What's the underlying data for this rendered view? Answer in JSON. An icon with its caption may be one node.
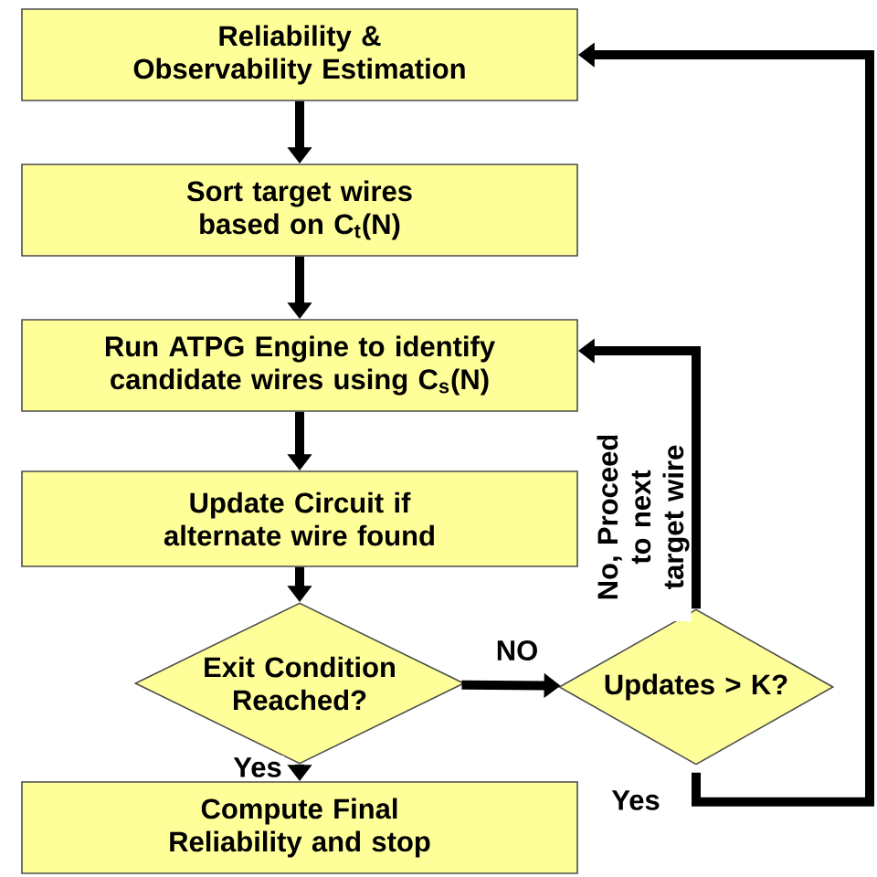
{
  "diagram": {
    "nodes": [
      {
        "text": [
          "Reliability & Observability Estimation"
        ]
      },
      {
        "text": [
          "Sort target wires based on C$_{t}$(N)"
        ]
      },
      {
        "text": [
          "Run ATPG Engine to identify candidate wires using C$_{s}$(N)"
        ]
      },
      {
        "text": [
          "Update Circuit if alternate wire found"
        ]
      },
      {
        "text": [
          "Exit Condition Reached?"
        ]
      },
      {
        "text": [
          "Updates > K?"
        ]
      },
      {
        "text": [
          "Compute Final Reliability and stop"
        ]
      }
    ],
    "edges": [
      {
        "from": 0,
        "to": 1,
        "arrow": "to"
      },
      {
        "from": 1,
        "to": 2,
        "arrow": "to"
      },
      {
        "from": 2,
        "to": 3,
        "arrow": "to"
      },
      {
        "from": 3,
        "to": 4,
        "arrow": "to"
      },
      {
        "from": 4,
        "to": 6,
        "arrow": "to",
        "label": "Yes"
      },
      {
        "from": 4,
        "to": 5,
        "arrow": "to",
        "label": "NO"
      },
      {
        "from": 5,
        "to": 2,
        "arrow": "to",
        "label": "No, Proceed to next target wire"
      },
      {
        "from": 5,
        "to": 0,
        "arrow": "to",
        "label": "Yes"
      }
    ]
  }
}
